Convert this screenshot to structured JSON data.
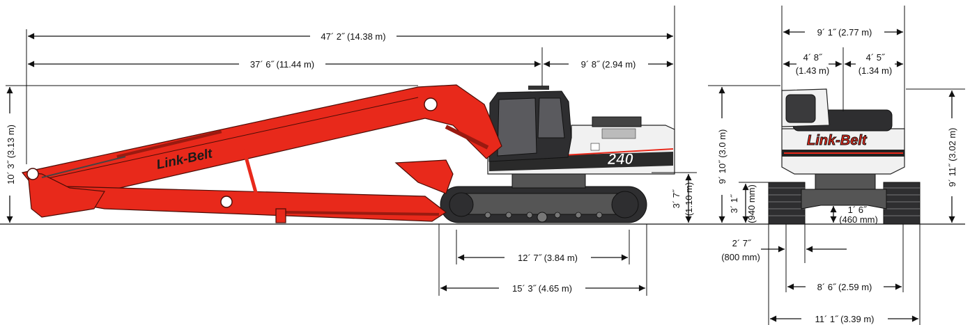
{
  "brand": {
    "name": "Link-Belt",
    "model": "240",
    "red": "#e8291b",
    "dark": "#2e2e30"
  },
  "dimensions": {
    "overall_length": "47´ 2˝ (14.38 m)",
    "front_reach": "37´ 6˝ (11.44 m)",
    "tail_length": "9´ 8˝ (2.94 m)",
    "boom_height": "10´ 3˝ (3.13 m)",
    "counterweight_clearance": "3´ 7˝ (1.10 m)",
    "tumbler_distance": "12´ 7˝ (3.84 m)",
    "track_length": "15´ 3˝ (4.65 m)",
    "cab_height": "9´ 10˝ (3.0 m)",
    "upper_width": "9´ 1˝ (2.77 m)",
    "left_width_ft": "4´ 8˝",
    "left_width_m": "(1.43 m)",
    "right_width_ft": "4´ 5˝",
    "right_width_m": "(1.34 m)",
    "track_height_ft": "3´ 1˝",
    "track_height_mm": "(940 mm)",
    "ground_clearance_ft": "1´ 6˝",
    "ground_clearance_mm": "(460 mm)",
    "overall_height": "9´ 11˝ (3.02 m)",
    "shoe_width_ft": "2´ 7˝",
    "shoe_width_mm": "(800 mm)",
    "track_gauge": "8´ 6˝ (2.59 m)",
    "overall_width": "11´ 1˝ (3.39 m)"
  }
}
